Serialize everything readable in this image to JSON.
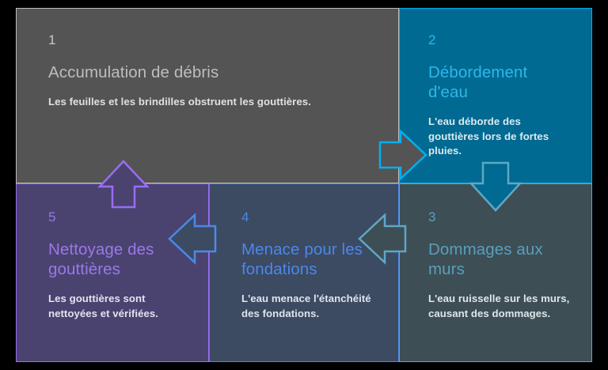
{
  "diagram": {
    "type": "cycle-process",
    "background": "#000000",
    "steps": [
      {
        "id": "panel1",
        "number": "1",
        "title": "Accumulation de débris",
        "description": "Les feuilles et les brindilles obstruent les gouttières.",
        "fill": "#545454",
        "border": "#bdbdbd",
        "accent": "#bdbdbd",
        "position": "top-left"
      },
      {
        "id": "panel2",
        "number": "2",
        "title": "Débordement d'eau",
        "description": "L'eau déborde des gouttières lors de fortes pluies.",
        "fill": "#006a92",
        "border": "#00b0f0",
        "accent": "#2eb7e8",
        "position": "top-right"
      },
      {
        "id": "panel3",
        "number": "3",
        "title": "Dommages aux murs",
        "description": "L'eau ruisselle sur les murs, causant des dommages.",
        "fill": "#3e4e55",
        "border": "#5fa8c4",
        "accent": "#56a0bb",
        "position": "bottom-right"
      },
      {
        "id": "panel4",
        "number": "4",
        "title": "Menace pour les fondations",
        "description": "L'eau menace l'étanchéité des fondations.",
        "fill": "#3c4a62",
        "border": "#4a89e8",
        "accent": "#4a89e8",
        "position": "bottom-middle"
      },
      {
        "id": "panel5",
        "number": "5",
        "title": "Nettoyage des gouttières",
        "description": "Les gouttières sont nettoyées et vérifiées.",
        "fill": "#4a4370",
        "border": "#9a6df0",
        "accent": "#9a78e8",
        "position": "bottom-left"
      }
    ],
    "connectors": [
      {
        "id": "arrow-1-2",
        "from": "1",
        "to": "2",
        "direction": "right",
        "fill": "#545454",
        "stroke": "#00b0f0"
      },
      {
        "id": "arrow-2-3",
        "from": "2",
        "to": "3",
        "direction": "down",
        "fill": "#006a92",
        "stroke": "#5fa8c4"
      },
      {
        "id": "arrow-3-4",
        "from": "3",
        "to": "4",
        "direction": "left",
        "fill": "#3e4e55",
        "stroke": "#5fa8c4"
      },
      {
        "id": "arrow-4-5",
        "from": "4",
        "to": "5",
        "direction": "left",
        "fill": "#3c4a62",
        "stroke": "#4a89e8"
      },
      {
        "id": "arrow-5-1",
        "from": "5",
        "to": "1",
        "direction": "up",
        "fill": "#4a4370",
        "stroke": "#9a6df0"
      }
    ]
  }
}
